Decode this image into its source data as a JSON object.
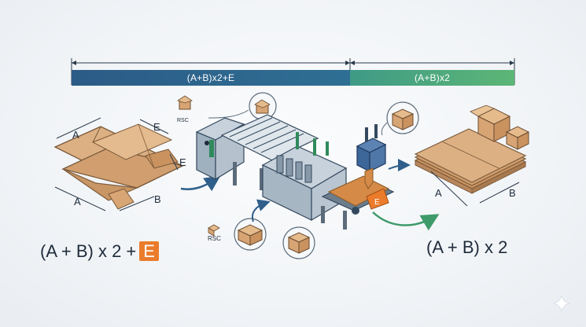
{
  "top_bar": {
    "left_label": "(A+B)x2+E",
    "right_label": "(A+B)x2"
  },
  "left_blank": {
    "label_a_top": "A",
    "label_e_top": "E",
    "label_e_side": "E",
    "label_a_bottom": "A",
    "label_b_bottom": "B"
  },
  "right_blank": {
    "label_a": "A",
    "label_b": "B"
  },
  "badges": {
    "rsc_top": "RSC",
    "rsc_bottom": "RSC",
    "e_tab_on_belt": "E"
  },
  "formulas": {
    "left_text": "(A + B) x 2 +",
    "left_e": "E",
    "right_text": "(A + B) x 2"
  },
  "colors": {
    "cardboard": "#d6a676",
    "cardboard_dark": "#b8875b",
    "blue_bar": "#2b5b86",
    "green_bar": "#5cb676",
    "accent_orange": "#ea7c2c",
    "machine_green": "#2f8a5b"
  },
  "icons": [
    "box-icon",
    "arrow-icon",
    "sparkle-icon"
  ]
}
